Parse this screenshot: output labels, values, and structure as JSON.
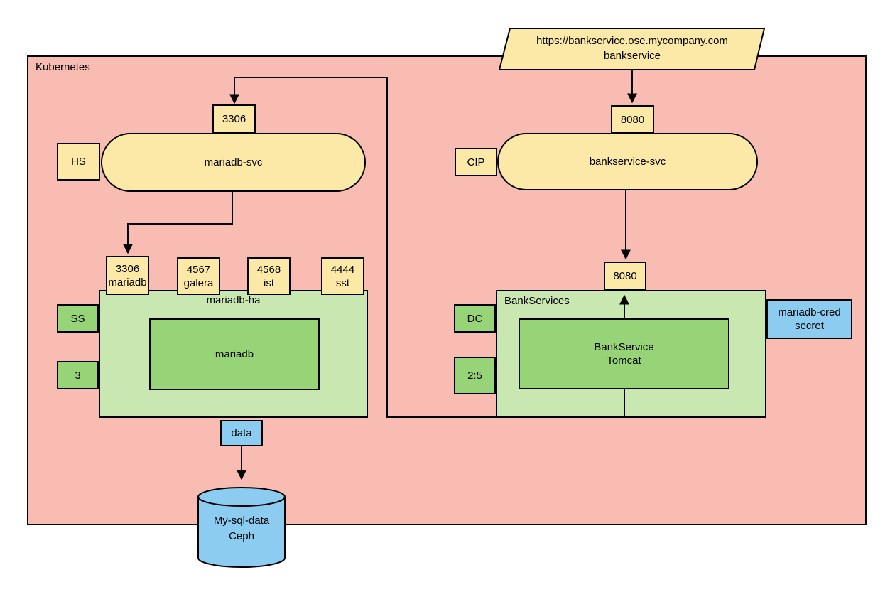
{
  "diagram": {
    "cluster_label": "Kubernetes",
    "ingress": {
      "url": "https://bankservice.ose.mycompany.com",
      "name": "bankservice"
    },
    "mariadb_service": {
      "type_badge": "HS",
      "name": "mariadb-svc",
      "port": "3306"
    },
    "bankservice_service": {
      "type_badge": "CIP",
      "name": "bankservice-svc",
      "port": "8080"
    },
    "mariadb_ha": {
      "title": "mariadb-ha",
      "pod_name": "mariadb",
      "kind_badge": "SS",
      "replicas": "3",
      "ports": [
        {
          "port": "3306",
          "name": "mariadb"
        },
        {
          "port": "4567",
          "name": "galera"
        },
        {
          "port": "4568",
          "name": "ist"
        },
        {
          "port": "4444",
          "name": "sst"
        }
      ],
      "volume_label": "data"
    },
    "bankservices": {
      "title": "BankServices",
      "pod_line1": "BankService",
      "pod_line2": "Tomcat",
      "kind_badge": "DC",
      "replicas": "2:5",
      "port": "8080",
      "secret_line1": "mariadb-cred",
      "secret_line2": "secret"
    },
    "storage": {
      "line1": "My-sql-data",
      "line2": "Ceph"
    },
    "colors": {
      "cluster_fill": "#F9BCB3",
      "node_yellow": "#FDE9A7",
      "container_green": "#C9E7B1",
      "pod_green": "#97D377",
      "storage_blue": "#8CCCF0",
      "border": "#000000"
    }
  }
}
